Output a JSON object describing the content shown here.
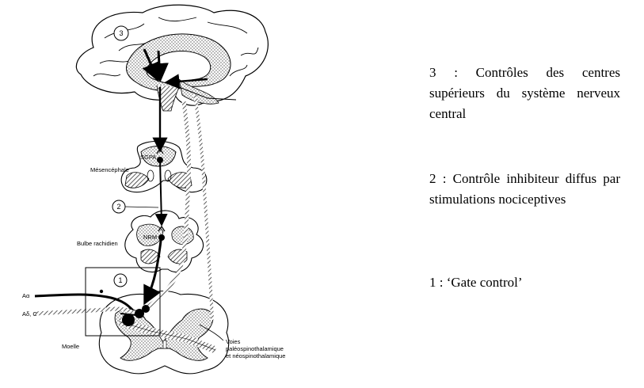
{
  "diagram": {
    "labels": {
      "sgpa": "SGPA",
      "mesencephale": "Mésencéphale",
      "nrm": "NRM",
      "bulbe": "Bulbe rachidien",
      "moelle": "Moelle",
      "a_alpha": "Aα",
      "a_delta_c": "Aδ, C",
      "voies_line1": "Voies",
      "voies_line2": "paléospinothalamique",
      "voies_line3": "et néospinothalamique"
    },
    "markers": {
      "m1": "1",
      "m2": "2",
      "m3": "3"
    }
  },
  "legend": {
    "item3": "3 : Contrôles des centres supérieurs du système nerveux central",
    "item2": "2 : Contrôle inhibiteur diffus par stimulations nociceptives",
    "item1": "1 : ‘Gate control’"
  }
}
